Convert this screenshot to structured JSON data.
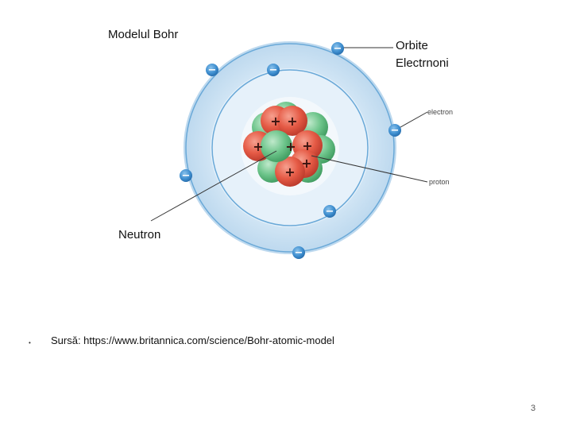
{
  "slide": {
    "title": "Modelul Bohr",
    "orbit_label_line1": "Orbite",
    "orbit_label_line2": "Electrnoni",
    "neutron_label": "Neutron",
    "source_text": "Sursă: https://www.britannica.com/science/Bohr-atomic-model",
    "bullet": "•",
    "page_number": "3"
  },
  "diagram": {
    "callout_electron": "electron",
    "callout_proton": "proton",
    "electron_sign": "−",
    "proton_sign": "+",
    "colors": {
      "outer_shell": "#cfe4f3",
      "inner_shell": "#e4f0f9",
      "orbit_line": "#6aa9d8",
      "electron": "#3f8fd0",
      "proton": "#e55a45",
      "neutron": "#6cc48a",
      "pointer_line": "#333333"
    }
  }
}
